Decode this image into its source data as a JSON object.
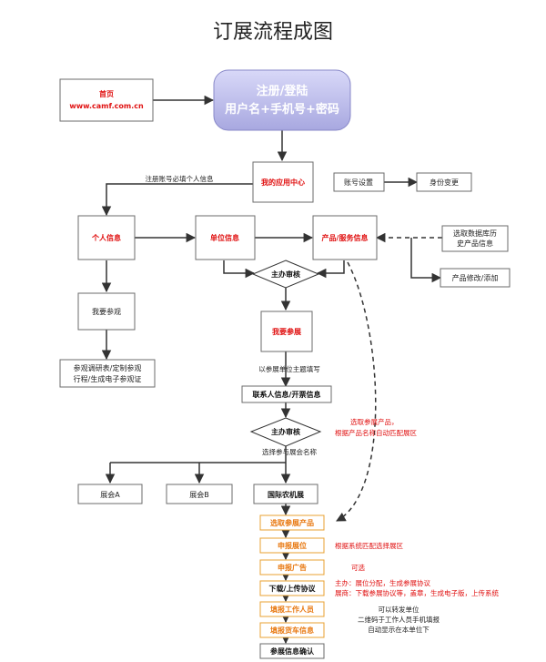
{
  "title": "订展流程成图",
  "nodes": {
    "home_title": "首页",
    "home_url": "www.camf.com.cn",
    "register_line1": "注册/登陆",
    "register_line2": "用户名+手机号+密码",
    "app_center": "我的应用中心",
    "account_settings": "账号设置",
    "identity_change": "身份变更",
    "personal_info": "个人信息",
    "company_info": "单位信息",
    "product_info": "产品/服务信息",
    "history_line1": "选取数据库历",
    "history_line2": "史产品信息",
    "product_edit": "产品修改/添加",
    "visit": "我要参观",
    "visit_result_line1": "参观调研表/定制参观",
    "visit_result_line2": "行程/生成电子参观证",
    "host_review_1": "主办审核",
    "exhibit": "我要参展",
    "contact_info": "联系人信息/开票信息",
    "host_review_2": "主办审核",
    "expo_a": "展会A",
    "expo_b": "展会B",
    "expo_intl": "国际农机展",
    "select_products": "选取参展产品",
    "apply_booth": "申报展位",
    "apply_ads": "申报广告",
    "download_agreement": "下载/上传协议",
    "fill_staff": "填报工作人员",
    "fill_vehicles": "填报货车信息",
    "confirm_info": "参展信息确认"
  },
  "annotations": {
    "register_note": "注册账号必填个人信息",
    "company_note": "以参展单位主题填写",
    "choose_expo": "选择参与展会名称",
    "select_note_line1": "选取参展产品，",
    "select_note_line2": "根据产品名称自动匹配展区",
    "booth_note": "根据系统匹配选择展区",
    "ads_note": "可选",
    "agreement_note_line1": "主办：展位分配，生成参展协议",
    "agreement_note_line2": "展商：下载参展协议等，盖章，生成电子版，上传系统",
    "staff_note_line1": "可以转发单位",
    "staff_note_line2": "二维码于工作人员手机填报",
    "staff_note_line3": "自动显示在本单位下"
  },
  "colors": {
    "register_fill": "#c9c9f0",
    "register_text": "#ffffff",
    "red": "#e01010",
    "orange": "#e87810"
  }
}
